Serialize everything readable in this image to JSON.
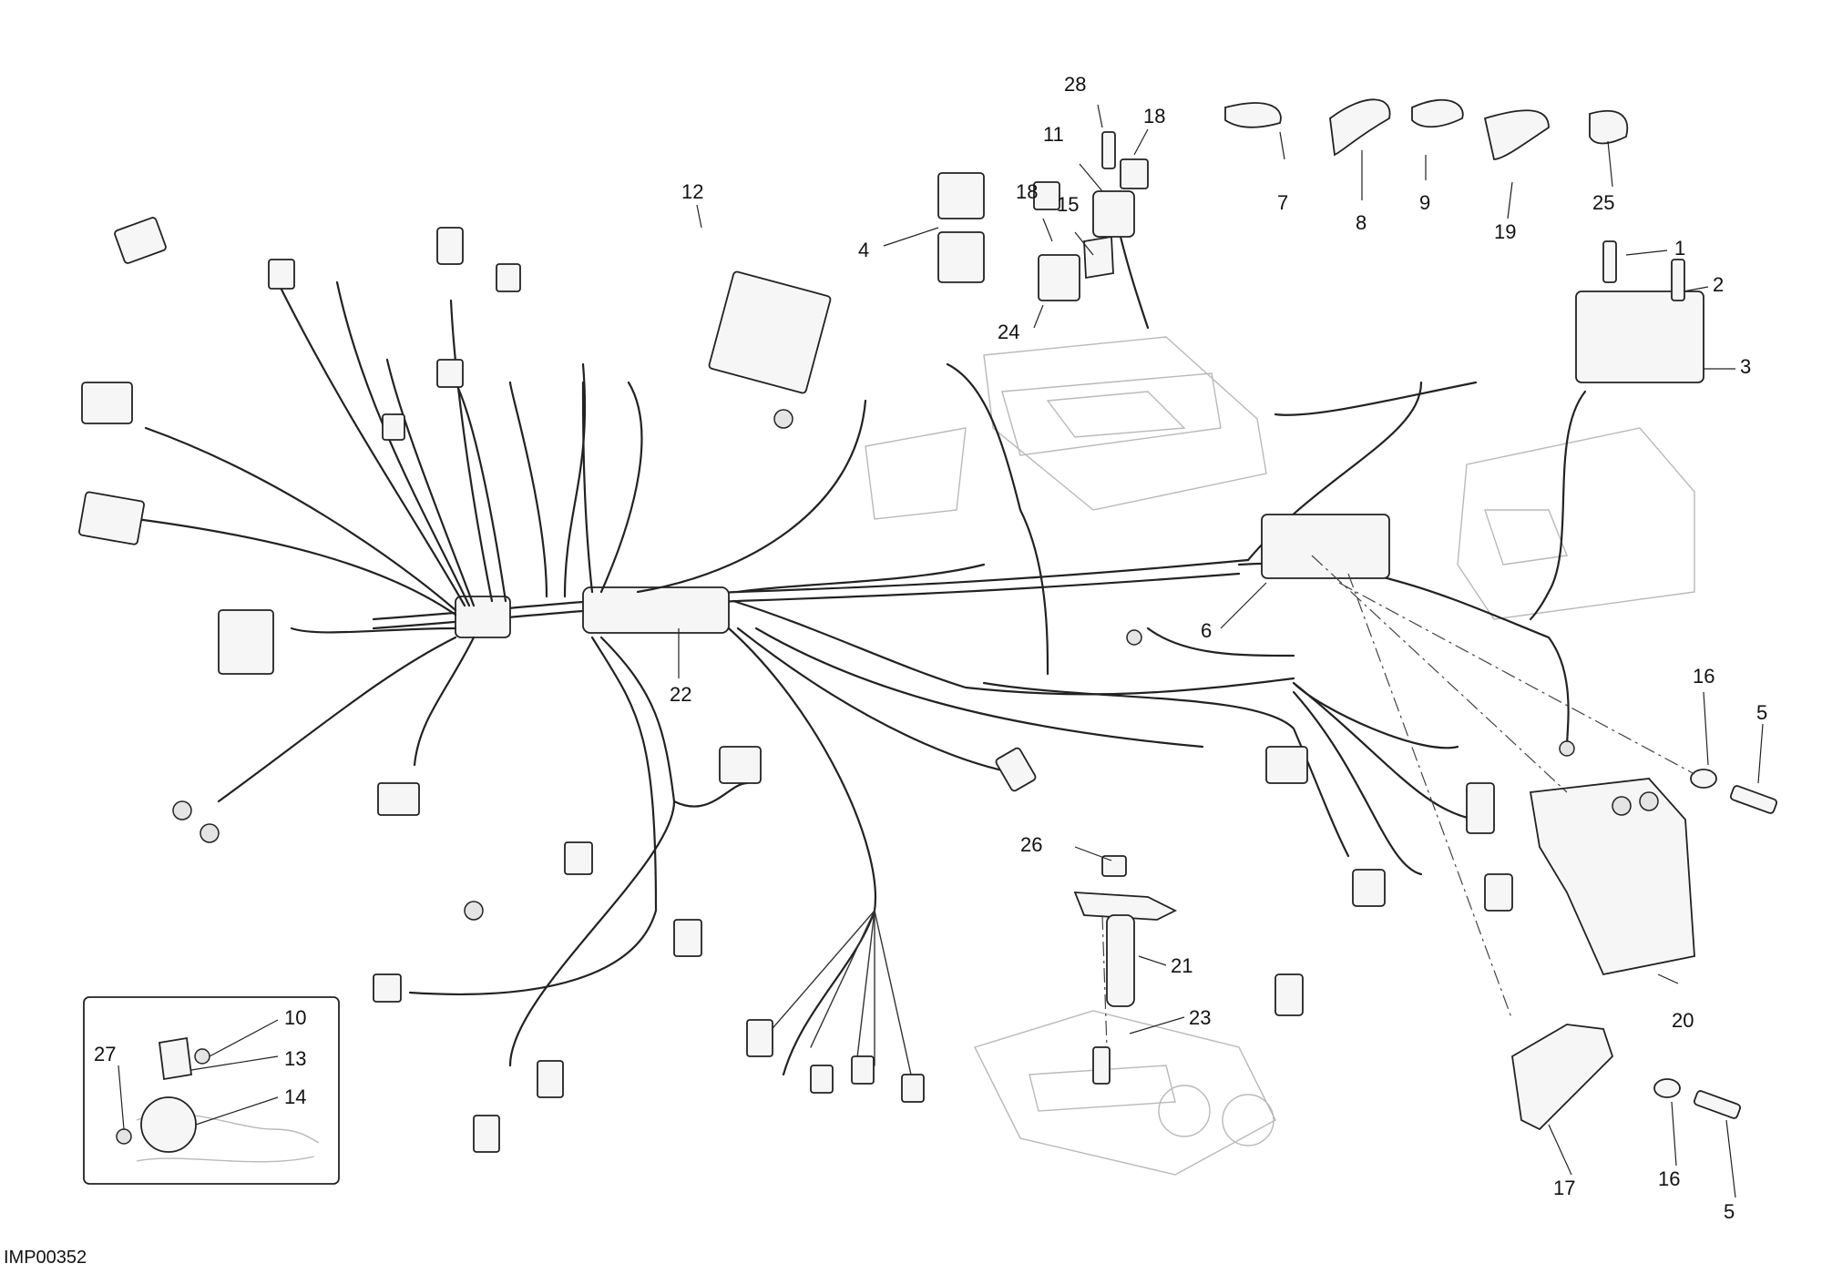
{
  "drawing_code": "IMP00352",
  "callouts": [
    {
      "id": "c28",
      "label": "28"
    },
    {
      "id": "c11",
      "label": "11"
    },
    {
      "id": "c18a",
      "label": "18"
    },
    {
      "id": "c15",
      "label": "15"
    },
    {
      "id": "c18b",
      "label": "18"
    },
    {
      "id": "c4",
      "label": "4"
    },
    {
      "id": "c24",
      "label": "24"
    },
    {
      "id": "c12",
      "label": "12"
    },
    {
      "id": "c7",
      "label": "7"
    },
    {
      "id": "c8",
      "label": "8"
    },
    {
      "id": "c9",
      "label": "9"
    },
    {
      "id": "c19",
      "label": "19"
    },
    {
      "id": "c25",
      "label": "25"
    },
    {
      "id": "c1",
      "label": "1"
    },
    {
      "id": "c2",
      "label": "2"
    },
    {
      "id": "c3",
      "label": "3"
    },
    {
      "id": "c6",
      "label": "6"
    },
    {
      "id": "c22",
      "label": "22"
    },
    {
      "id": "c16a",
      "label": "16"
    },
    {
      "id": "c5a",
      "label": "5"
    },
    {
      "id": "c26",
      "label": "26"
    },
    {
      "id": "c21",
      "label": "21"
    },
    {
      "id": "c23",
      "label": "23"
    },
    {
      "id": "c20",
      "label": "20"
    },
    {
      "id": "c17",
      "label": "17"
    },
    {
      "id": "c16b",
      "label": "16"
    },
    {
      "id": "c5b",
      "label": "5"
    },
    {
      "id": "c10",
      "label": "10"
    },
    {
      "id": "c27",
      "label": "27"
    },
    {
      "id": "c13",
      "label": "13"
    },
    {
      "id": "c14",
      "label": "14"
    }
  ]
}
